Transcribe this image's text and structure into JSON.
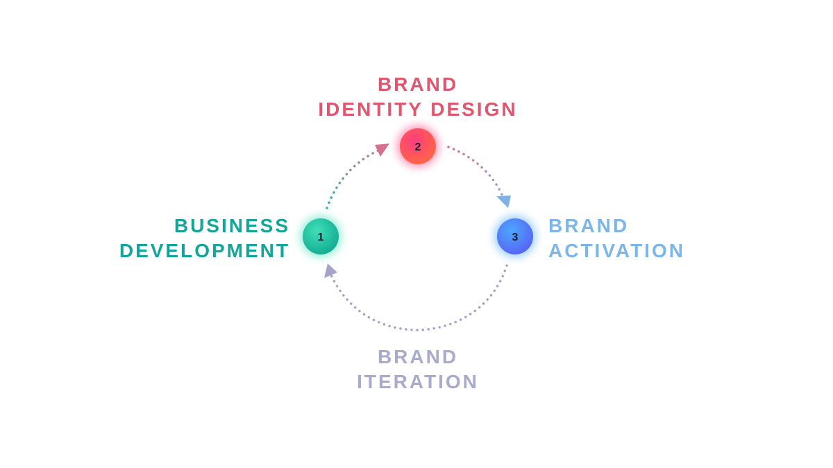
{
  "stages": [
    {
      "number": "1",
      "label_line1": "BUSINESS",
      "label_line2": "DEVELOPMENT",
      "color": "#12a69a",
      "gradient": [
        "#3fe0b8",
        "#0fa58f"
      ]
    },
    {
      "number": "2",
      "label_line1": "BRAND",
      "label_line2": "IDENTITY DESIGN",
      "color": "#e0566f",
      "gradient": [
        "#ff3d7f",
        "#ff6a3d"
      ]
    },
    {
      "number": "3",
      "label_line1": "BRAND",
      "label_line2": "ACTIVATION",
      "color": "#7ab6ea",
      "gradient": [
        "#4aa8ff",
        "#5a5cf5"
      ]
    }
  ],
  "iteration": {
    "label_line1": "BRAND",
    "label_line2": "ITERATION",
    "color": "#a9aacd"
  },
  "connector_colors": {
    "teal": "#2cb5a0",
    "pink": "#d6708e",
    "blue": "#7fb0e8",
    "lavender": "#a4a3cc"
  }
}
